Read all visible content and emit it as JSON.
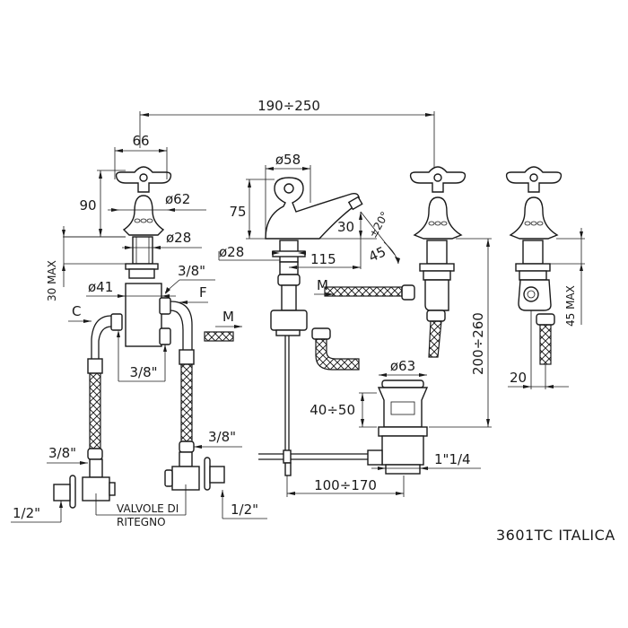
{
  "drawing": {
    "title": "3601TC  ITALICA",
    "dimensions": {
      "overall_span": "190÷250",
      "handle_width": "66",
      "tap_height": "90",
      "bell_diameter": "ø62",
      "tap_shank_diameter": "ø28",
      "tap_max_depth": "30 MAX",
      "body_diameter": "ø41",
      "inlet_3_8_top": "3/8\"",
      "inlet_3_8_mid": "3/8\"",
      "inlet_3_8_left": "3/8\"",
      "inlet_3_8_right": "3/8\"",
      "valve_1_2_left": "1/2\"",
      "valve_1_2_right": "1/2\"",
      "spout_knob_diameter": "ø58",
      "spout_height": "75",
      "spout_outlet_height": "30",
      "spout_tilt": "±20°",
      "spout_angle": "45",
      "spout_shank_diameter": "ø28",
      "spout_reach": "115",
      "pipe_height_range": "200÷260",
      "waste_diameter": "ø63",
      "waste_height_range": "40÷50",
      "waste_thread": "1\"1/4",
      "rod_length_range": "100÷170",
      "side_max_depth": "45 MAX",
      "side_offset": "20"
    },
    "labels": {
      "cold": "C",
      "hot": "F",
      "mixed": "M",
      "mixed_2": "M",
      "valves_line1": "VALVOLE DI",
      "valves_line2": "RITEGNO"
    }
  }
}
